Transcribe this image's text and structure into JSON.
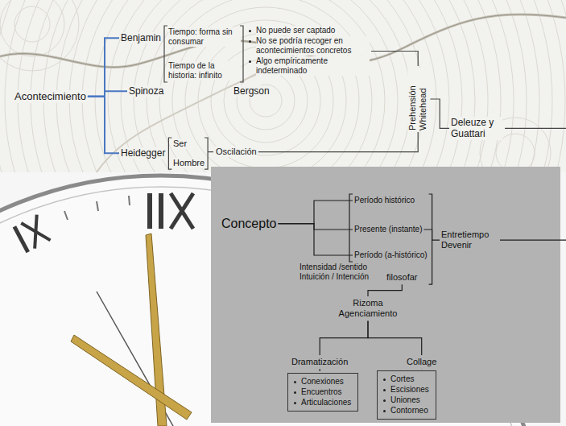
{
  "diagram": {
    "nodes": [
      {
        "text": [
          "Acontecimiento"
        ]
      },
      {
        "text": [
          "Benjamin"
        ]
      },
      {
        "text": [
          "Tiempo: forma sin consumar"
        ]
      },
      {
        "text": [
          "Tiempo de la historia: infinito"
        ]
      },
      {
        "text": [
          "No puede ser captado",
          "No se podría recoger en acontecimientos concretos",
          "Algo empíricamente indeterminado"
        ]
      },
      {
        "text": [
          "Spinoza"
        ]
      },
      {
        "text": [
          "Bergson"
        ]
      },
      {
        "text": [
          "Heidegger"
        ]
      },
      {
        "text": [
          "Ser"
        ]
      },
      {
        "text": [
          "Hombre"
        ]
      },
      {
        "text": [
          "Oscilación"
        ]
      },
      {
        "text": [
          "Prehensión Whitehead"
        ]
      },
      {
        "text": [
          "Deleuze y Guattari"
        ]
      },
      {
        "text": [
          "Concepto"
        ]
      },
      {
        "text": [
          "Período histórico"
        ]
      },
      {
        "text": [
          "Presente (instante)"
        ]
      },
      {
        "text": [
          "Período (a-histórico)"
        ]
      },
      {
        "text": [
          "Intensidad /sentido Intuición / Intención"
        ]
      },
      {
        "text": [
          "filosofar"
        ]
      },
      {
        "text": [
          "Entretiempo Devenir"
        ]
      },
      {
        "text": [
          "Rizoma Agenciamiento"
        ]
      },
      {
        "text": [
          "Dramatización"
        ]
      },
      {
        "text": [
          "Collage"
        ]
      },
      {
        "text": [
          "Conexiones",
          "Encuentros",
          "Articulaciones"
        ]
      },
      {
        "text": [
          "Cortes",
          "Escisiones",
          "Uniones",
          "Contorneo"
        ]
      }
    ],
    "edges": [
      {
        "from": 0,
        "to": 1,
        "arrow": "none"
      },
      {
        "from": 0,
        "to": 5,
        "arrow": "none"
      },
      {
        "from": 0,
        "to": 7,
        "arrow": "none"
      },
      {
        "from": 4,
        "to": 11,
        "arrow": "none"
      },
      {
        "from": 10,
        "to": 11,
        "arrow": "none"
      },
      {
        "from": 11,
        "to": 12,
        "arrow": "none"
      },
      {
        "from": 13,
        "to": 14,
        "arrow": "none"
      },
      {
        "from": 13,
        "to": 15,
        "arrow": "none"
      },
      {
        "from": 13,
        "to": 16,
        "arrow": "none"
      },
      {
        "from": 15,
        "to": 19,
        "arrow": "none"
      },
      {
        "from": 18,
        "to": 20,
        "arrow": "none"
      },
      {
        "from": 20,
        "to": 21,
        "arrow": "none"
      },
      {
        "from": 20,
        "to": 22,
        "arrow": "none"
      },
      {
        "from": 21,
        "to": 23,
        "arrow": "none"
      },
      {
        "from": 22,
        "to": 24,
        "arrow": "none"
      }
    ]
  }
}
